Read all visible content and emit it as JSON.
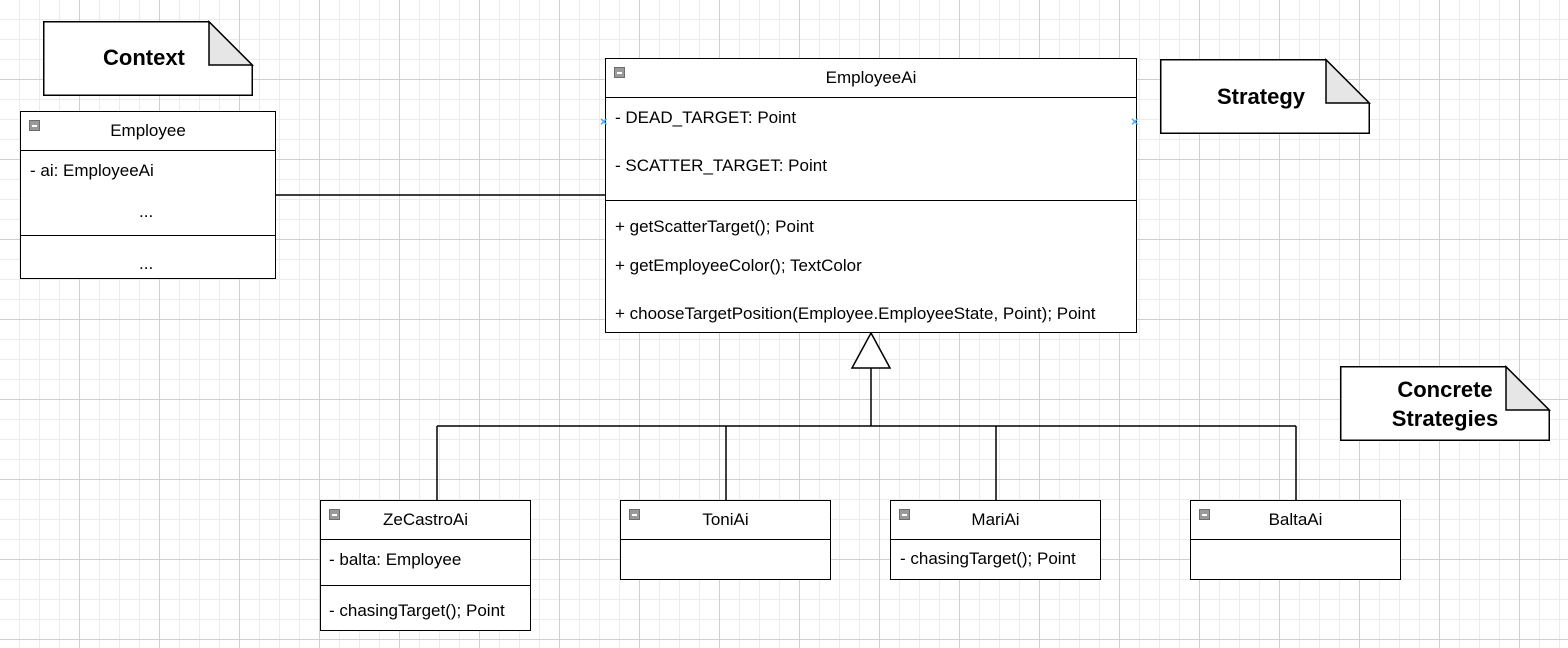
{
  "notes": {
    "context": "Context",
    "strategy": "Strategy",
    "concrete": [
      "Concrete",
      "Strategies"
    ]
  },
  "employee": {
    "name": "Employee",
    "attributes": [
      "- ai: EmployeeAi",
      "..."
    ],
    "operations": [
      "..."
    ]
  },
  "employee_ai": {
    "name": "EmployeeAi",
    "attributes": [
      "- DEAD_TARGET: Point",
      "- SCATTER_TARGET: Point"
    ],
    "operations": [
      "+ getScatterTarget(); Point",
      "+ getEmployeeColor(); TextColor",
      "+ chooseTargetPosition(Employee.EmployeeState, Point); Point"
    ]
  },
  "zecastro": {
    "name": "ZeCastroAi",
    "attributes": [
      "- balta: Employee"
    ],
    "operations": [
      "- chasingTarget(); Point"
    ]
  },
  "toni": {
    "name": "ToniAi"
  },
  "mari": {
    "name": "MariAi",
    "attributes": [
      "- chasingTarget(); Point"
    ]
  },
  "balta": {
    "name": "BaltaAi"
  },
  "colors": {
    "line": "#000000",
    "note_fold": "#e6e6e6",
    "selection_marker": "#3fa9f5",
    "grid": "#cfcfcf"
  }
}
